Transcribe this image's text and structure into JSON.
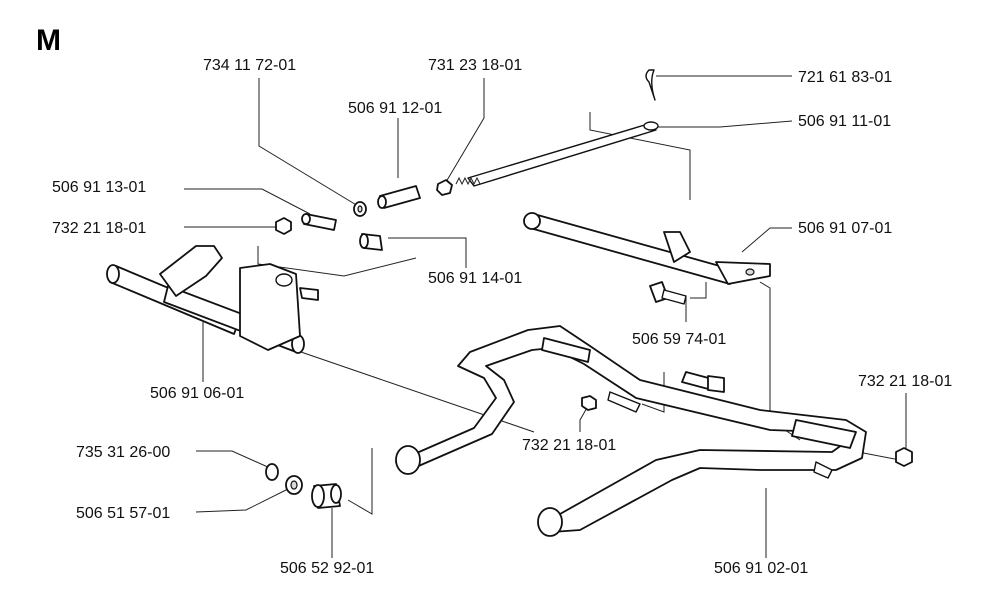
{
  "section_letter": "M",
  "parts": [
    {
      "id": "p721618301",
      "number": "721 61 83-01"
    },
    {
      "id": "p506911101",
      "number": "506 91 11-01"
    },
    {
      "id": "p734117201",
      "number": "734 11 72-01"
    },
    {
      "id": "p731231801",
      "number": "731 23 18-01"
    },
    {
      "id": "p506911201",
      "number": "506 91 12-01"
    },
    {
      "id": "p506911301",
      "number": "506 91 13-01"
    },
    {
      "id": "p732211801a",
      "number": "732 21 18-01"
    },
    {
      "id": "p506911401",
      "number": "506 91 14-01"
    },
    {
      "id": "p506910701",
      "number": "506 91 07-01"
    },
    {
      "id": "p506597401",
      "number": "506 59 74-01"
    },
    {
      "id": "p506910601",
      "number": "506 91 06-01"
    },
    {
      "id": "p732211801b",
      "number": "732 21 18-01"
    },
    {
      "id": "p732211801c",
      "number": "732 21 18-01"
    },
    {
      "id": "p735312600",
      "number": "735 31 26-00"
    },
    {
      "id": "p506515701",
      "number": "506 51 57-01"
    },
    {
      "id": "p506529201",
      "number": "506 52 92-01"
    },
    {
      "id": "p506910201",
      "number": "506 91 02-01"
    }
  ]
}
